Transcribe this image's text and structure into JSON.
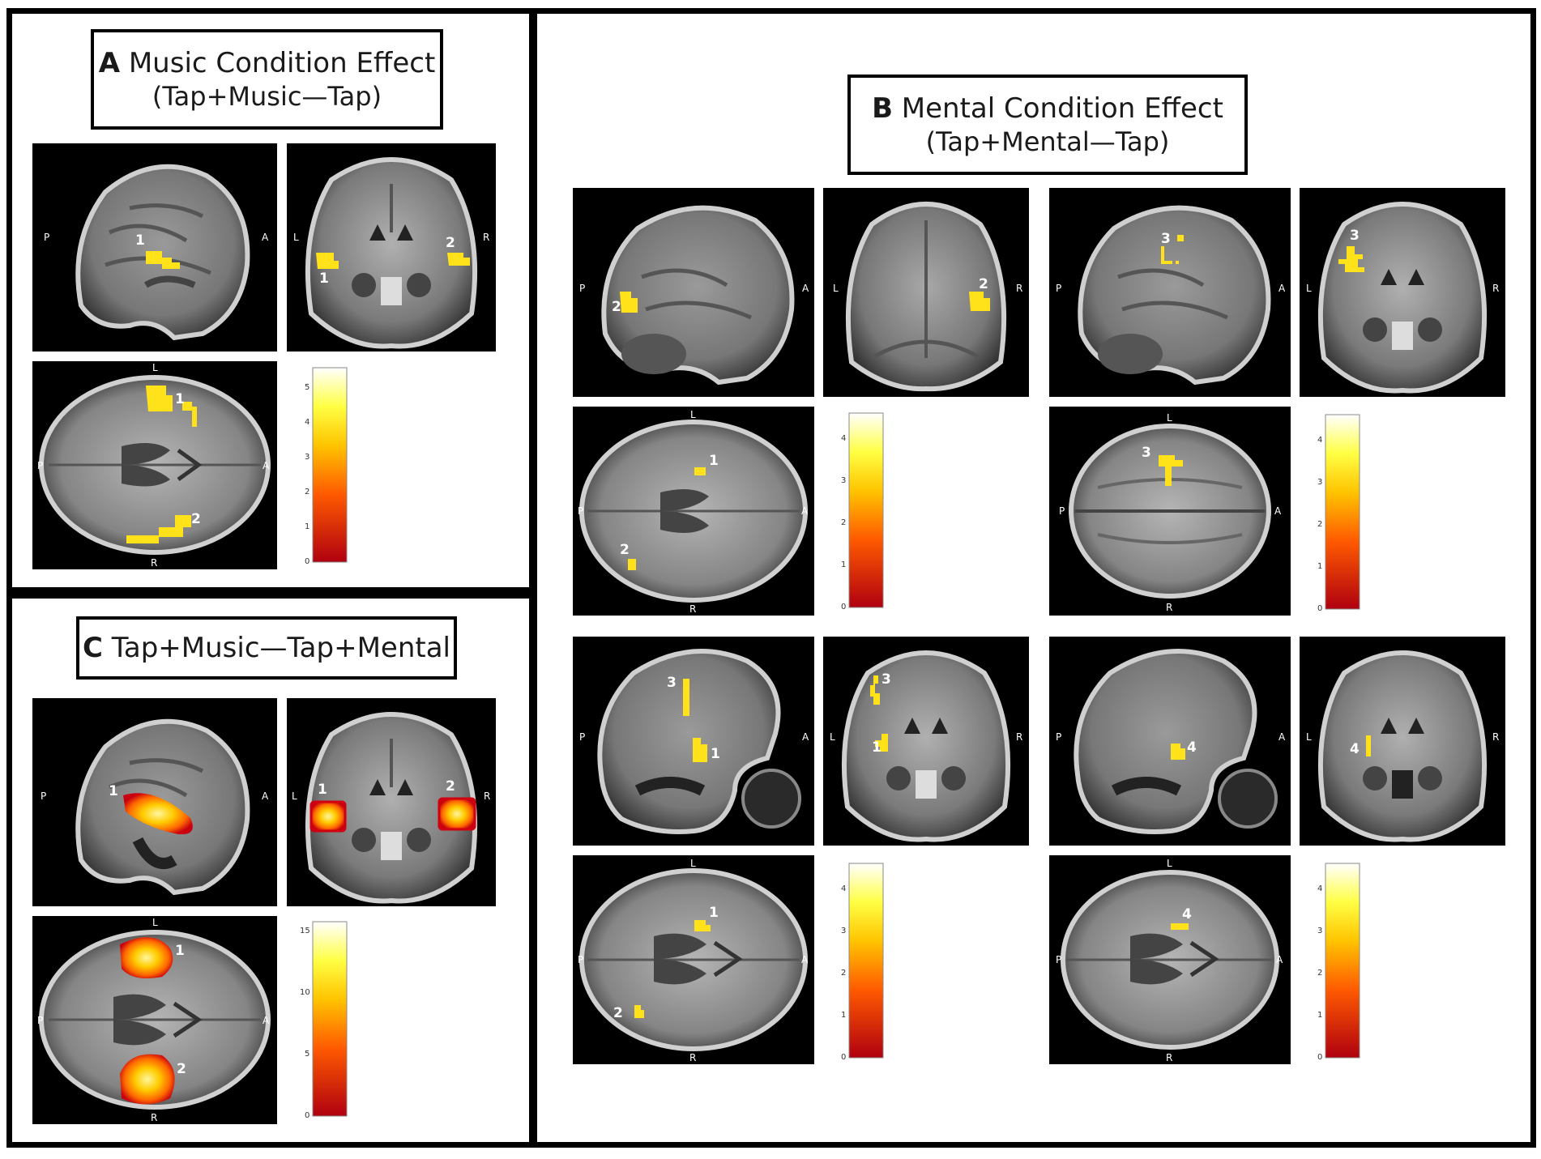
{
  "panels": {
    "A": {
      "letter": "A",
      "title": "Music Condition Effect",
      "subtitle": "(Tap+Music—Tap)"
    },
    "B": {
      "letter": "B",
      "title": "Mental Condition Effect",
      "subtitle": "(Tap+Mental—Tap)"
    },
    "C": {
      "letter": "C",
      "title": "Tap+Music—Tap+Mental"
    }
  },
  "orientation_labels": {
    "posterior": "P",
    "anterior": "A",
    "left": "L",
    "right": "R"
  },
  "colorbar_ticks": {
    "A": [
      "0",
      "1",
      "2",
      "3",
      "4",
      "5"
    ],
    "B": [
      "0",
      "1",
      "2",
      "3",
      "4"
    ],
    "C": [
      "0",
      "5",
      "10",
      "15"
    ]
  },
  "colors": {
    "hot_low": "#b00010",
    "hot_mid": "#ff9a00",
    "hot_high": "#ffff66",
    "hot_top": "#ffffff"
  },
  "cluster_labels": {
    "c1": "1",
    "c2": "2",
    "c3": "3",
    "c4": "4"
  }
}
